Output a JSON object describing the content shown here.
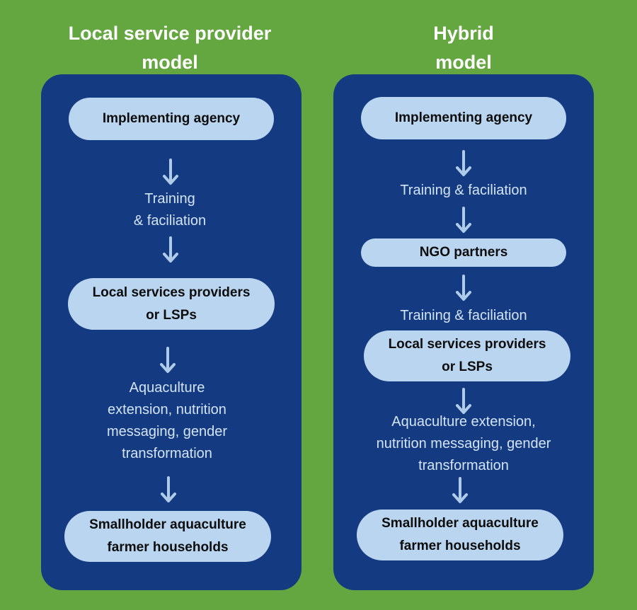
{
  "colors": {
    "background": "#64a63f",
    "panel": "#143a82",
    "pill": "#b9d5ef",
    "arrow": "#aecbea",
    "title_text": "#ffffff",
    "label_text": "#d3e4f6"
  },
  "left": {
    "title": "Local service provider\nmodel",
    "implementing_agency": "Implementing agency",
    "training_label": "Training\n& faciliation",
    "lsp": "Local services providers\nor LSPs",
    "extension_label": "Aquaculture\nextension, nutrition\nmessaging, gender\ntransformation",
    "households": "Smallholder aquaculture\nfarmer households"
  },
  "right": {
    "title": "Hybrid\nmodel",
    "implementing_agency": "Implementing agency",
    "training_label_1": "Training & faciliation",
    "ngo": "NGO partners",
    "training_label_2": "Training & faciliation",
    "lsp": "Local services providers\nor LSPs",
    "extension_label": "Aquaculture extension,\nnutrition messaging, gender\ntransformation",
    "households": "Smallholder aquaculture\nfarmer households"
  }
}
